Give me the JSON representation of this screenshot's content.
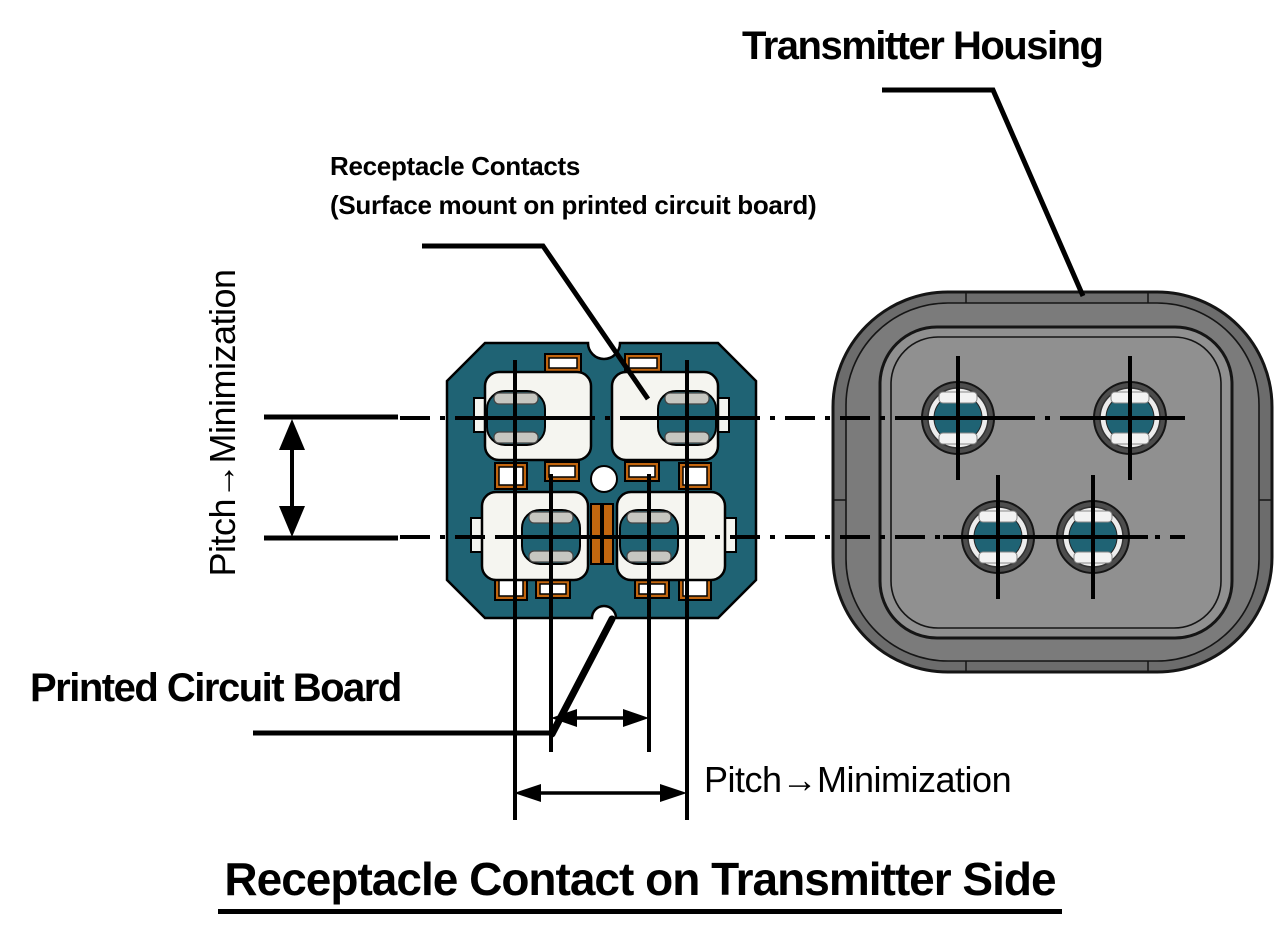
{
  "labels": {
    "transmitter_housing": "Transmitter Housing",
    "receptacle_contacts_line1": "Receptacle Contacts",
    "receptacle_contacts_line2": "(Surface mount on printed circuit board)",
    "pitch_vertical": "Pitch→Minimization",
    "printed_circuit_board": "Printed Circuit Board",
    "pitch_horizontal": "Pitch→Minimization",
    "caption": "Receptacle Contact on Transmitter Side"
  },
  "colors": {
    "pcb_teal": "#1f6374",
    "copper": "#c2660f",
    "contact_white": "#f5f5f0",
    "spring_gray": "#c6c6c0",
    "housing_face": "#909090",
    "housing_band": "#7b7b7b",
    "housing_edge": "#6c6c6c",
    "hole_ring": "#4d4d4d",
    "hole_rim": "#ececec",
    "line": "#000000",
    "background": "#ffffff"
  }
}
